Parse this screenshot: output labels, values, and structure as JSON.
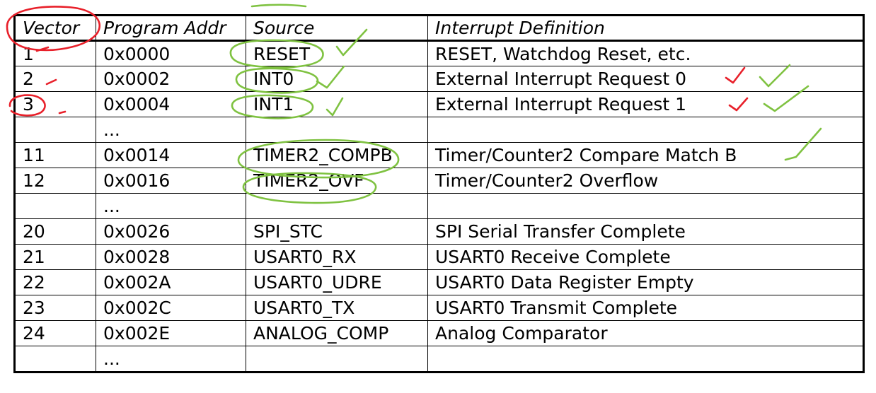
{
  "table": {
    "headers": [
      "Vector",
      "Program Addr",
      "Source",
      "Interrupt Definition"
    ],
    "rows": [
      [
        "1",
        "0x0000",
        "RESET",
        "RESET, Watchdog Reset, etc."
      ],
      [
        "2",
        "0x0002",
        "INT0",
        "External Interrupt Request 0"
      ],
      [
        "3",
        "0x0004",
        "INT1",
        "External Interrupt Request 1"
      ],
      [
        "",
        "...",
        "",
        ""
      ],
      [
        "11",
        "0x0014",
        "TIMER2_COMPB",
        "Timer/Counter2 Compare Match B"
      ],
      [
        "12",
        "0x0016",
        "TIMER2_OVF",
        "Timer/Counter2 Overflow"
      ],
      [
        "",
        "...",
        "",
        ""
      ],
      [
        "20",
        "0x0026",
        "SPI_STC",
        "SPI Serial Transfer Complete"
      ],
      [
        "21",
        "0x0028",
        "USART0_RX",
        "USART0 Receive Complete"
      ],
      [
        "22",
        "0x002A",
        "USART0_UDRE",
        "USART0 Data Register Empty"
      ],
      [
        "23",
        "0x002C",
        "USART0_TX",
        "USART0 Transmit Complete"
      ],
      [
        "24",
        "0x002E",
        "ANALOG_COMP",
        "Analog Comparator"
      ],
      [
        "",
        "...",
        "",
        ""
      ]
    ]
  },
  "annotations": {
    "red_ink": "#e8202a",
    "green_ink": "#7fc241",
    "marks": [
      "red-circle-vector-header",
      "red-circle-row-3",
      "red-ticks-rows-2-3",
      "green-circles-reset-int0-int1-timer2",
      "green-checkmarks"
    ]
  }
}
